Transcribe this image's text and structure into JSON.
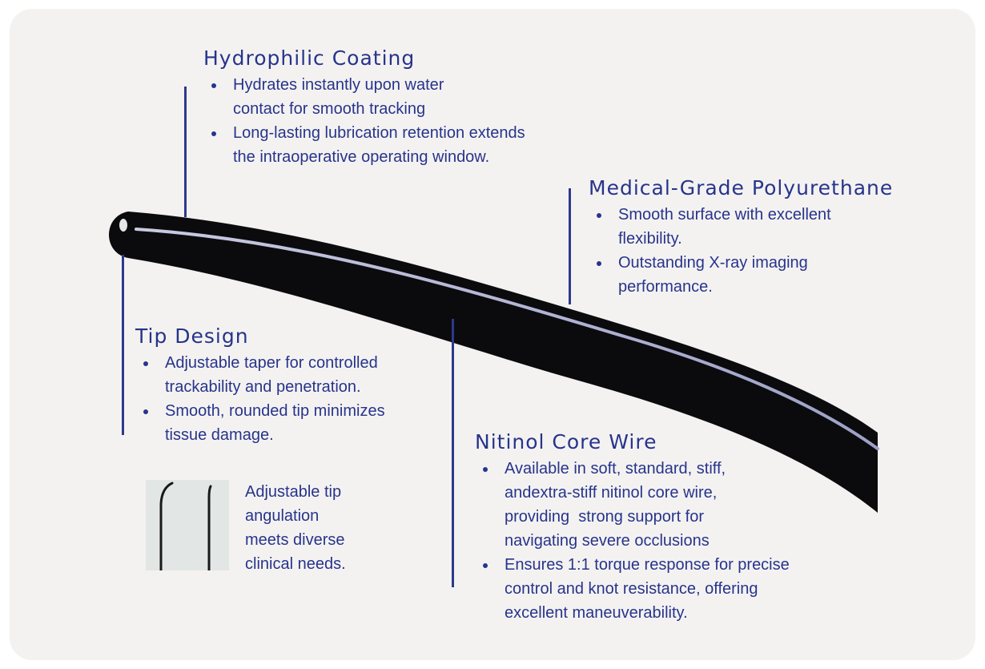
{
  "colors": {
    "background": "#f4f2f1",
    "text": "#27348b",
    "leader": "#2c3a8c",
    "wire": "#0b0b0d",
    "wire_highlight": "#b9bcd8"
  },
  "features": [
    {
      "title": "Hydrophilic Coating",
      "bullets": [
        "Hydrates instantly upon water\ncontact for smooth tracking",
        "Long-lasting lubrication retention extends\nthe intraoperative operating window."
      ]
    },
    {
      "title": "Medical-Grade Polyurethane",
      "bullets": [
        "Smooth surface with excellent\nflexibility.",
        "Outstanding X-ray imaging\nperformance."
      ]
    },
    {
      "title": "Tip Design",
      "bullets": [
        "Adjustable taper for controlled\ntrackability and penetration.",
        "Smooth, rounded tip minimizes\ntissue damage."
      ]
    },
    {
      "title": "Nitinol Core Wire",
      "bullets": [
        "Available in soft, standard, stiff,\nandextra-stiff nitinol core wire,\nproviding  strong support for\nnavigating severe occlusions",
        "Ensures 1:1 torque response for precise\ncontrol and knot resistance, offering\nexcellent maneuverability."
      ]
    }
  ],
  "tip_caption": "Adjustable tip\nangulation\nmeets diverse\nclinical needs."
}
